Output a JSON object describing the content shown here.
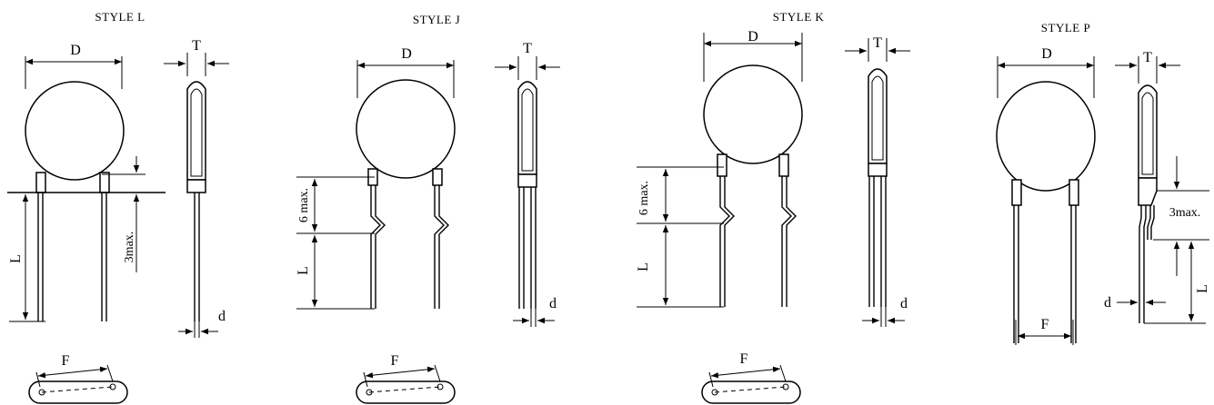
{
  "styles": [
    {
      "title": "STYLE L",
      "labels": {
        "diameter": "D",
        "thickness": "T",
        "length": "L",
        "max": "3max.",
        "wire": "d",
        "spacing": "F"
      }
    },
    {
      "title": "STYLE J",
      "labels": {
        "diameter": "D",
        "thickness": "T",
        "length": "L",
        "max": "6 max.",
        "wire": "d",
        "spacing": "F"
      }
    },
    {
      "title": "STYLE K",
      "labels": {
        "diameter": "D",
        "thickness": "T",
        "length": "L",
        "max": "6 max.",
        "wire": "d",
        "spacing": "F"
      }
    },
    {
      "title": "STYLE P",
      "labels": {
        "diameter": "D",
        "thickness": "T",
        "length": "L",
        "max": "3max.",
        "wire": "d",
        "spacing": "F"
      }
    }
  ]
}
